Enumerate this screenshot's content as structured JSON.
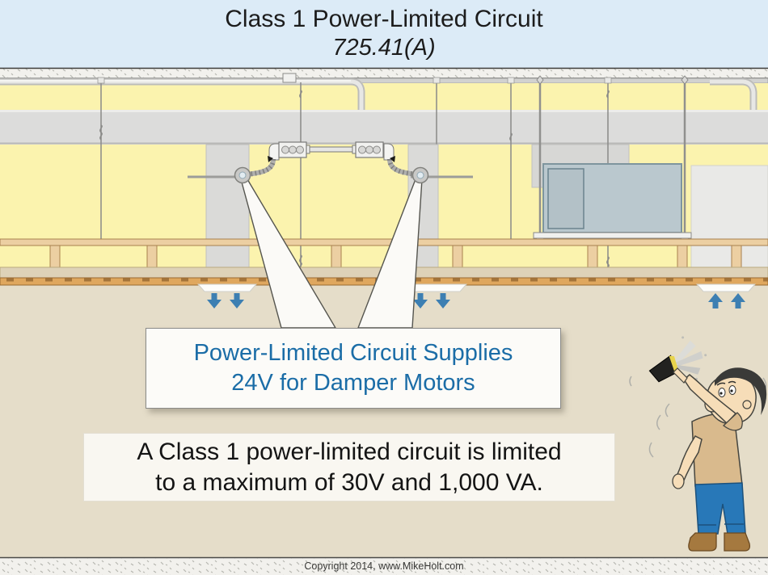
{
  "slide": {
    "title": "Class 1 Power-Limited Circuit",
    "code_reference": "725.41(A)",
    "callout": {
      "line1": "Power-Limited Circuit Supplies",
      "line2": "24V for Damper Motors"
    },
    "note": {
      "line1": "A Class 1 power-limited circuit is limited",
      "line2": "to a maximum of 30V and 1,000 VA."
    },
    "copyright": "Copyright 2014, www.MikeHolt.com"
  },
  "colors": {
    "title_background": "#dcebf7",
    "callout_text_blue": "#1b6da7",
    "airflow_arrow_blue": "#3d7fb2",
    "plenum_yellow": "#fbf3ae",
    "room_beige": "#e5ddc9",
    "duct_gray": "#dcdcdb",
    "air_handler_blue_gray": "#bac8ce",
    "wood_tan": "#eccfa2",
    "furring_orange": "#dfa75e",
    "worker_shirt_tan": "#d9ba8d",
    "worker_jeans_blue": "#2878b8"
  },
  "scene_elements": [
    "ceiling-slab",
    "hanger-wires",
    "main-supply-duct",
    "damper-duct-drops",
    "damper-motors",
    "junction-boxes",
    "flexible-conduits",
    "air-handler-unit",
    "wood-ceiling-framing",
    "supply-diffusers",
    "return-grille",
    "worker-cartoon"
  ]
}
